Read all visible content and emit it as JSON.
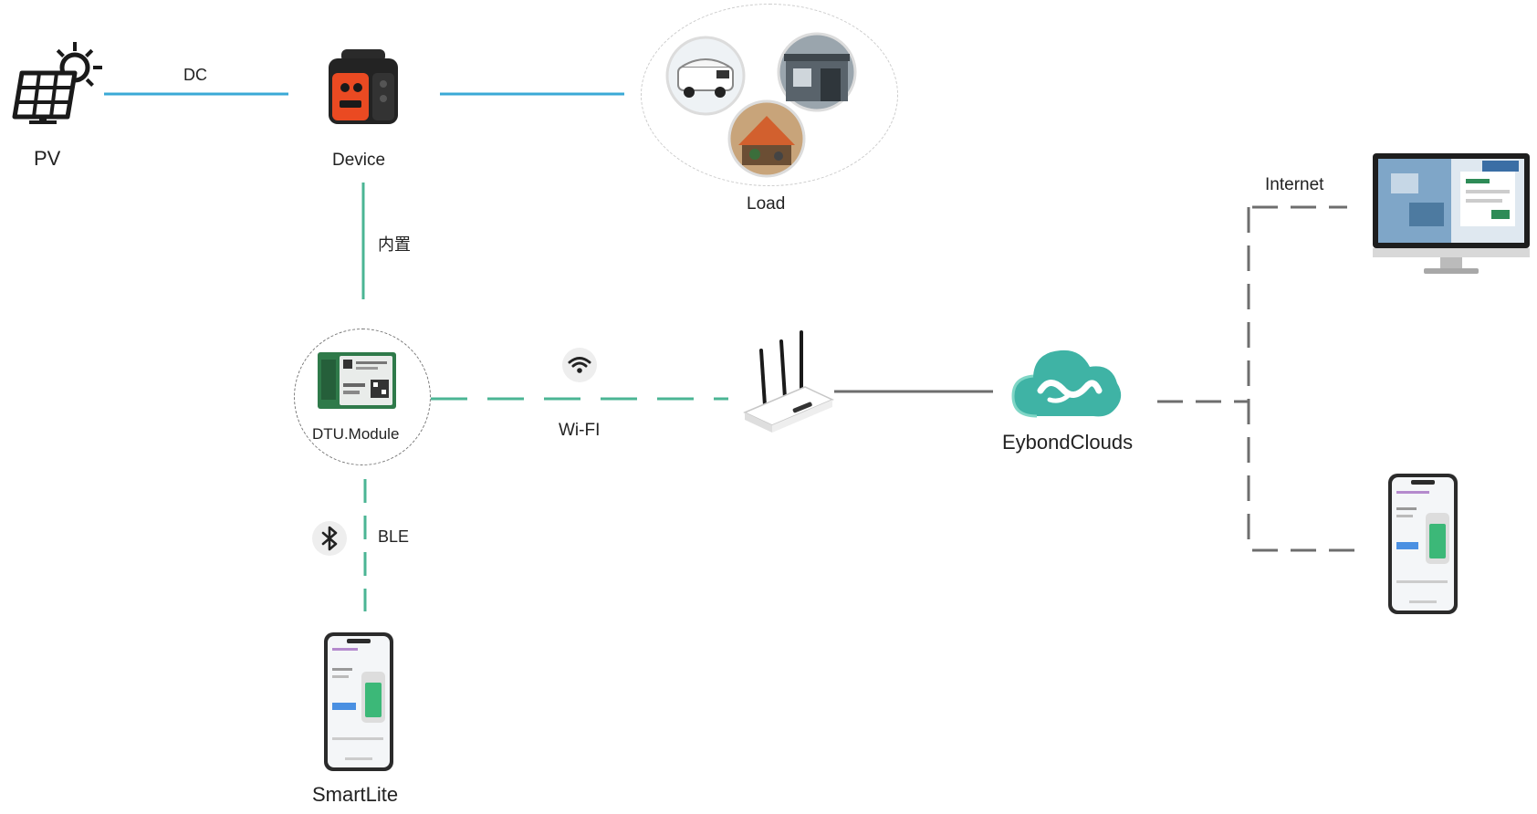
{
  "colors": {
    "power_line": "#3aa9d6",
    "wifi_line": "#4bb594",
    "internet_line": "#6e6e6e",
    "router_line": "#6e6e6e",
    "cloud": "#3fb3a5",
    "device_accent": "#ea4a22"
  },
  "nodes": {
    "pv": "PV",
    "device": "Device",
    "load": "Load",
    "dtu": "DTU.Module",
    "cloud": "EybondClouds",
    "smartlite": "SmartLite"
  },
  "links": {
    "dc": "DC",
    "builtin": "内置",
    "wifi": "Wi-FI",
    "ble": "BLE",
    "internet": "Internet"
  },
  "icons": {
    "pv": "solar-panel-sun-icon",
    "device": "portable-power-station-icon",
    "load_items": [
      "camper-van-photo",
      "garage-photo",
      "outdoor-camping-photo"
    ],
    "dtu": "dtu-module-board-icon",
    "wifi": "wifi-icon",
    "router": "wireless-router-icon",
    "cloud": "eybond-cloud-logo",
    "bluetooth": "bluetooth-icon",
    "monitor": "desktop-monitor-dashboard-icon",
    "phone": "smartphone-app-icon"
  }
}
